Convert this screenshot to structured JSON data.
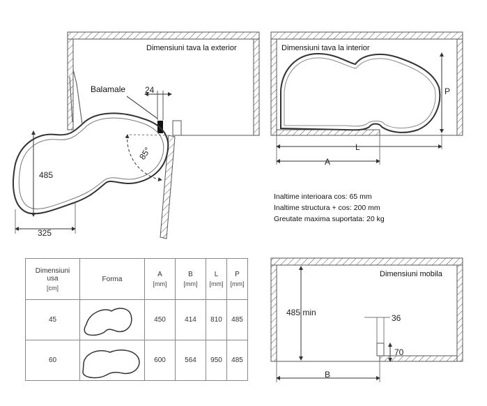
{
  "panels": {
    "exterior_title": "Dimensiuni tava la exterior",
    "interior_title": "Dimensiuni tava la interior",
    "mobila_title": "Dimensiuni mobila"
  },
  "exterior": {
    "hinge_label": "Balamale",
    "dim_24": "24",
    "dim_485": "485",
    "dim_325": "325",
    "angle": "85°"
  },
  "interior": {
    "dim_P": "P",
    "dim_L": "L",
    "dim_A": "A"
  },
  "specs": {
    "line1": "Inaltime interioara cos: 65 mm",
    "line2": "Inaltime structura + cos: 200 mm",
    "line3": "Greutate maxima suportata: 20 kg"
  },
  "mobila": {
    "dim_485min": "485 min",
    "dim_36": "36",
    "dim_70": "70",
    "dim_B": "B"
  },
  "table": {
    "headers": [
      {
        "main": "Dimensiuni usa",
        "unit": "[cm]"
      },
      {
        "main": "Forma",
        "unit": ""
      },
      {
        "main": "A",
        "unit": "[mm]"
      },
      {
        "main": "B",
        "unit": "[mm]"
      },
      {
        "main": "L",
        "unit": "[mm]"
      },
      {
        "main": "P",
        "unit": "[mm]"
      }
    ],
    "rows": [
      {
        "usa": "45",
        "A": "450",
        "B": "414",
        "L": "810",
        "P": "485"
      },
      {
        "usa": "60",
        "A": "600",
        "B": "564",
        "L": "950",
        "P": "485"
      }
    ]
  }
}
